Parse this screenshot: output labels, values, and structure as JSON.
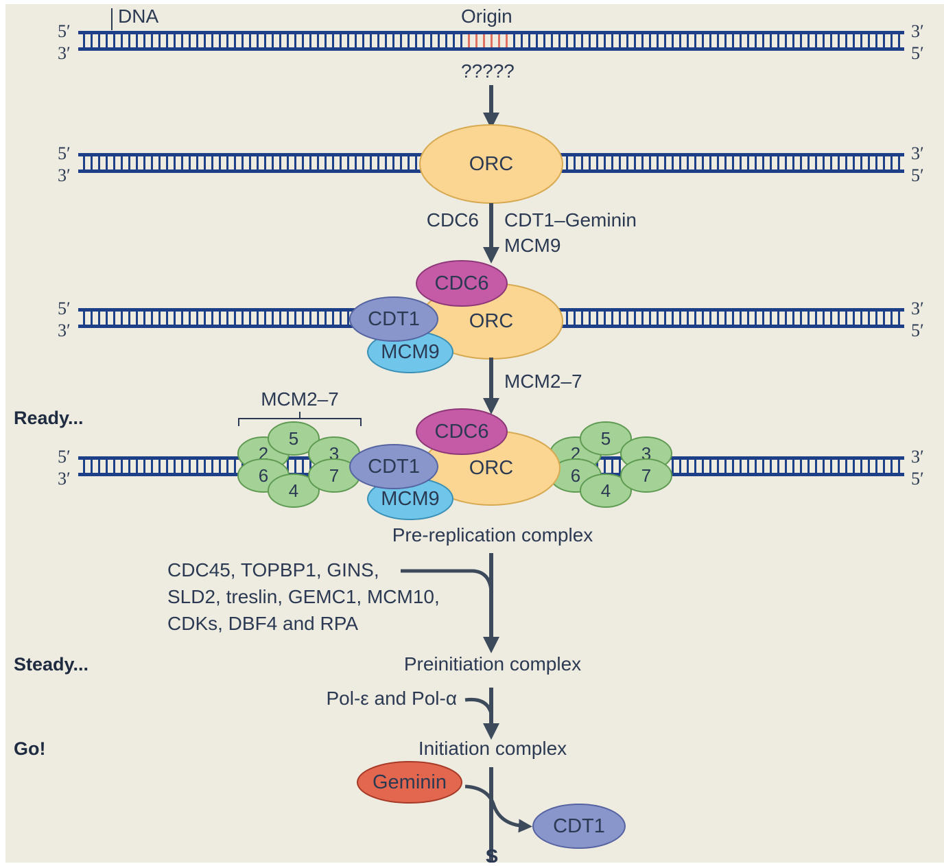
{
  "colors": {
    "background": "#eeebe1",
    "dna": "#1d3f87",
    "origin": "#e07060",
    "orc": "#fbd592",
    "cdc6": "#c55aa6",
    "cdt1": "#8896cc",
    "mcm9": "#6fc6ea",
    "mcm": "#a4d296",
    "geminin": "#e3664f",
    "arrow": "#3c4a5c"
  },
  "dna": {
    "label": "DNA",
    "origin_label": "Origin",
    "unknown_marks": "?????",
    "five_prime": "5′",
    "three_prime": "3′"
  },
  "stages": {
    "ready": "Ready...",
    "steady": "Steady...",
    "go": "Go!"
  },
  "proteins": {
    "orc": "ORC",
    "cdc6": "CDC6",
    "cdt1": "CDT1",
    "mcm9": "MCM9",
    "geminin": "Geminin",
    "mcm_bracket": "MCM2–7",
    "mcm_subunits": [
      "2",
      "5",
      "3",
      "6",
      "4",
      "7"
    ]
  },
  "steps": {
    "step2_left": "CDC6",
    "step2_right_line1": "CDT1–Geminin",
    "step2_right_line2": "MCM9",
    "step3": "MCM2–7",
    "prerc": "Pre-replication complex",
    "factors_line1": "CDC45, TOPBP1, GINS,",
    "factors_line2": "SLD2, treslin, GEMC1, MCM10,",
    "factors_line3": "CDKs, DBF4 and RPA",
    "preic": "Preinitiation complex",
    "polymerases": "Pol-ε and Pol-α",
    "ic": "Initiation complex",
    "s_phase": "S"
  }
}
